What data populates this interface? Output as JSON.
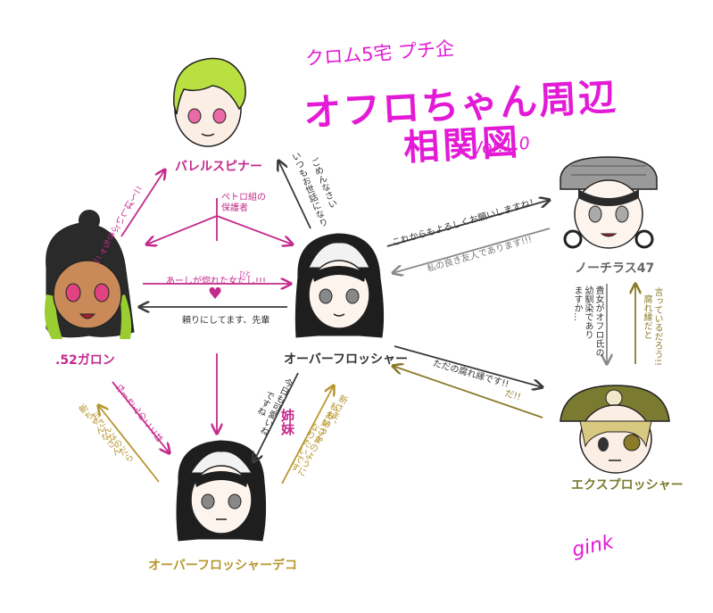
{
  "title": {
    "subtitle": "クロム5宅 プチ企",
    "main_line1": "オフロちゃん周辺",
    "main_line2": "相関図",
    "version": "Ver.1.0"
  },
  "signature": "gink",
  "characters": {
    "barrel": "バレルスピナー",
    "gallon": ".52ガロン",
    "nautilus": "ノーチラス47",
    "overflosher": "オーバーフロッシャー",
    "explosher": "エクスプロッシャー",
    "deco": "オーバーフロッシャーデコ"
  },
  "relations": {
    "gallon_to_barrel": "ニ〜ぱしいぷきちャニ",
    "over_to_barrel_a": "いつもお世話になり",
    "over_to_barrel_b": "ごめんなさい",
    "petro_1": "ペトロ組の",
    "petro_2": "保護者",
    "gallon_to_over": "あーしが惚れた女だし!!!",
    "gallon_to_over_ruby": "ひと",
    "over_to_gallon": "頼りにしてます、先輩",
    "over_to_nautilus": "これからもよろしくお願いしますね！",
    "nautilus_to_over": "私の良き友人であります!!!",
    "nautilus_to_explosher_a": "貴女がオフロ氏の",
    "nautilus_to_explosher_b": "幼馴染であり",
    "nautilus_to_explosher_c": "ますか…",
    "explosher_to_nautilus_a": "言っているだろう!!",
    "explosher_to_nautilus_b": "腐れ縁だと",
    "explosher_to_over": "ただの腐れ縁です!!",
    "explosher_to_over_b": "だ!!",
    "gallon_to_deco": "ねーさんのことは",
    "deco_to_gallon_a": "新ちゃんなさん",
    "deco_to_gallon_b": "おさんなのだら",
    "over_to_deco_a": "今日も可愛いね",
    "over_to_deco_b": "ですね",
    "sister_label": "姉妹",
    "deco_to_over_a": "新さま、",
    "deco_to_over_b": "私もいつか",
    "deco_to_over_c": "お姉さまのように",
    "deco_to_over_d": "なりたいです"
  },
  "colors": {
    "magenta": "#c42a8c",
    "dark": "#3a3a3a",
    "olive": "#8a7a2a",
    "gold": "#b8962e",
    "title_pink": "#e31ad6",
    "barrel_hair": "#b8e040",
    "gallon_hair_tip": "#9acd32",
    "nautilus_helmet": "#8a8a8a",
    "explosher_cap": "#7a7a30"
  }
}
